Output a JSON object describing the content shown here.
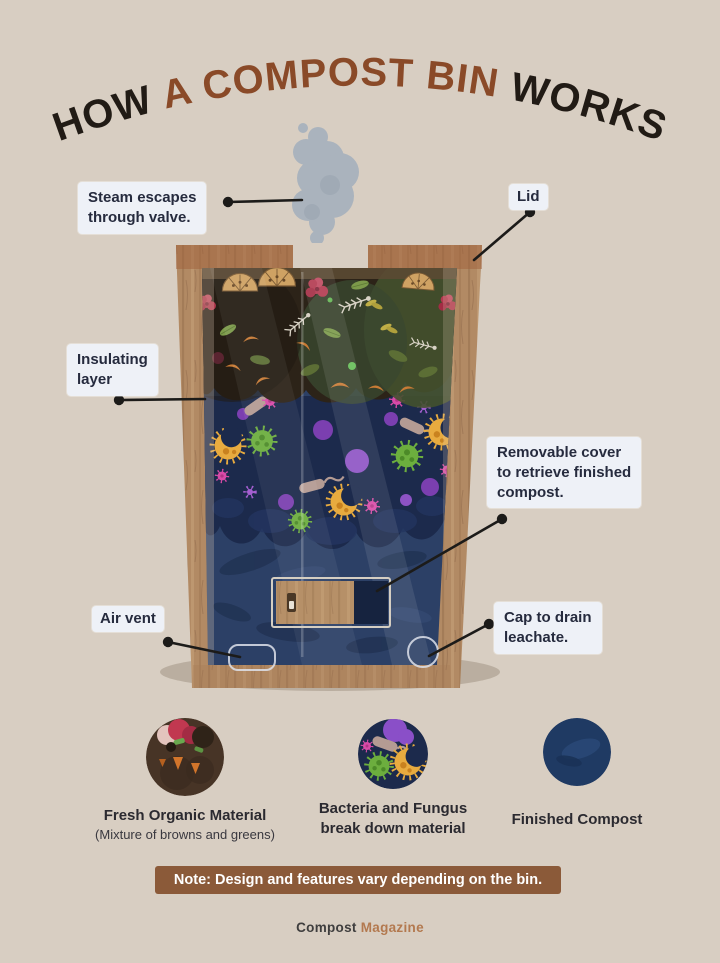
{
  "title": {
    "part1": "HOW ",
    "part2": "A COMPOST BIN ",
    "part3": "WORKS"
  },
  "callouts": {
    "steam": {
      "lines": [
        "Steam escapes",
        "through valve."
      ]
    },
    "lid": {
      "lines": [
        "Lid"
      ]
    },
    "insulating": {
      "lines": [
        "Insulating",
        "layer"
      ]
    },
    "removable": {
      "lines": [
        "Removable cover",
        "to retrieve finished",
        "compost."
      ]
    },
    "air_vent": {
      "lines": [
        "Air vent"
      ]
    },
    "cap": {
      "lines": [
        "Cap to drain",
        "leachate."
      ]
    }
  },
  "legend": [
    {
      "title": "Fresh Organic Material",
      "subtitle": "(Mixture of browns and greens)"
    },
    {
      "title": "Bacteria and Fungus",
      "subtitle": "break down material"
    },
    {
      "title": "Finished Compost",
      "subtitle": ""
    }
  ],
  "note": "Note: Design and features vary depending on the bin.",
  "footer": {
    "brand": "Compost",
    "accent": "Magazine"
  },
  "colors": {
    "background": "#d8cec2",
    "title_dark": "#211b15",
    "title_brown": "#8a4a28",
    "callout_bg": "#eef1f7",
    "callout_text": "#262b3e",
    "leader_line": "#1c1b19",
    "wood": "#b28a64",
    "lid_tint": "#a0603a",
    "fresh_layer": "#2c2318",
    "microbe_navy": "#1c2a4c",
    "finished_navy": "#2c4066",
    "smoke": "#a8b2bd",
    "note_bg": "#8b5a39",
    "note_text": "#ffffff",
    "footer_accent": "#b3794f"
  }
}
